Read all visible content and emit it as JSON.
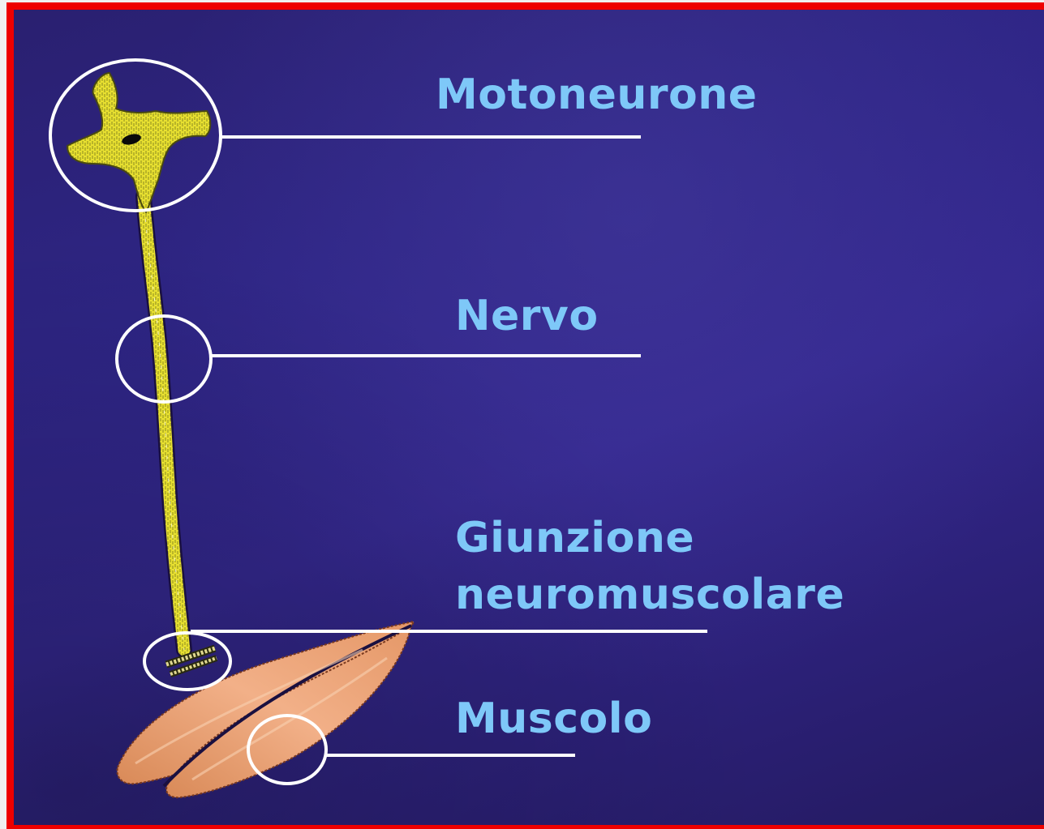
{
  "labels": {
    "motoneurone": "Motoneurone",
    "nervo": "Nervo",
    "giunzione_line1": "Giunzione",
    "giunzione_line2": "neuromuscolare",
    "muscolo": "Muscolo"
  },
  "colors": {
    "frame": "#ee0000",
    "background": "#2e2585",
    "label_text": "#7ec8f8",
    "neuron": "#e8e030",
    "muscle": "#e89a68",
    "callout": "#ffffff"
  }
}
